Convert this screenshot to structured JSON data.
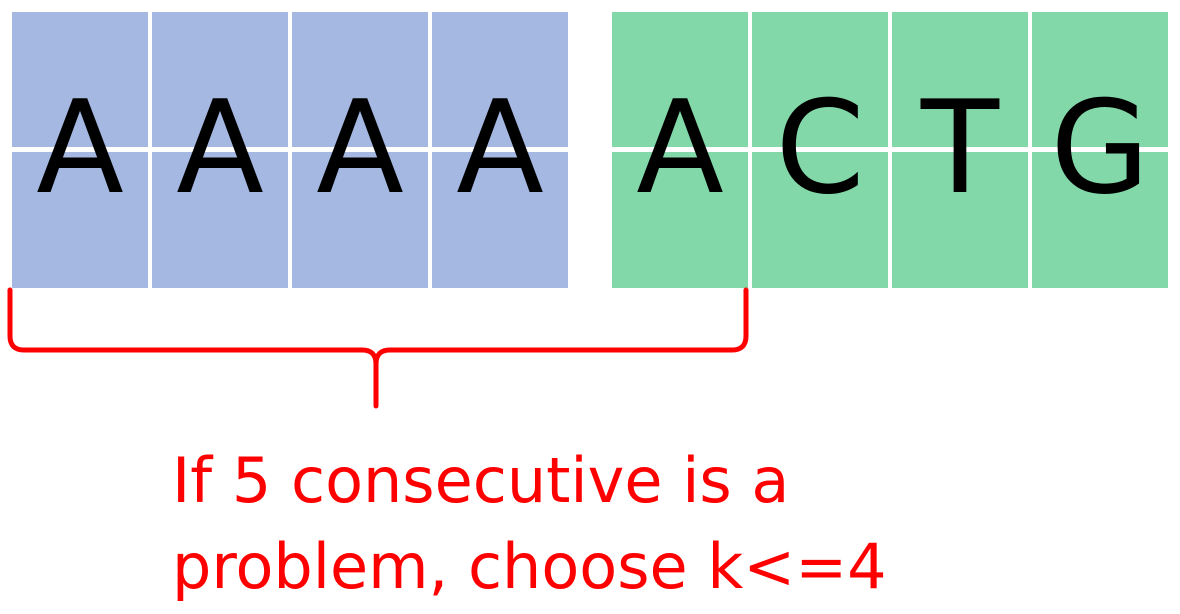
{
  "colors": {
    "blue_cell": "#a4b8e2",
    "green_cell": "#82d8a9",
    "brace": "#ff0000",
    "caption": "#ff0000"
  },
  "sequence": {
    "blue_group": [
      "A",
      "A",
      "A",
      "A"
    ],
    "green_group": [
      "A",
      "C",
      "T",
      "G"
    ]
  },
  "caption": {
    "line1": "If 5 consecutive is a",
    "line2": "problem, choose k<=4"
  }
}
